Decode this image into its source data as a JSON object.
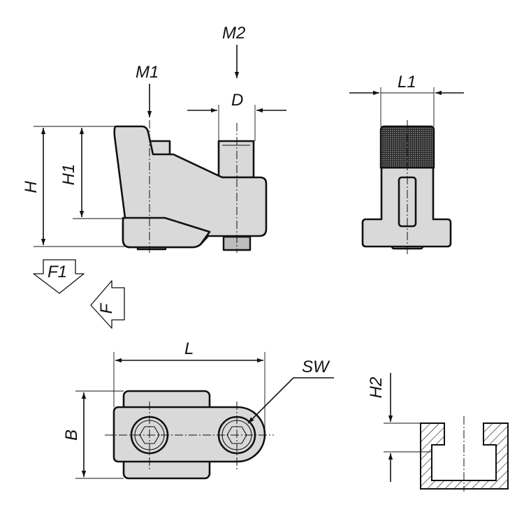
{
  "labels": {
    "m2": "M2",
    "m1": "M1",
    "d": "D",
    "l1": "L1",
    "h": "H",
    "h1": "H1",
    "f1": "F1",
    "f": "F",
    "l": "L",
    "sw": "SW",
    "b": "B",
    "h2": "H2"
  },
  "colors": {
    "part_fill": "#d9d9d9",
    "knurl_fill": "#333333",
    "line": "#111111"
  }
}
